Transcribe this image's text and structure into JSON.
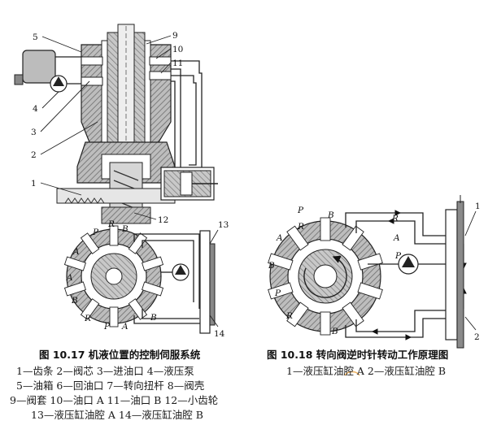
{
  "fig17": {
    "caption": "图 10.17  机液位置的控制伺服系统",
    "legend": [
      "1—齿条  2—阀芯  3—进油口  4—液压泵",
      "5—油箱  6—回油口  7—转向扭杆  8—阀壳",
      "9—阀套  10—油口 A  11—油口 B  12—小齿轮",
      "13—液压缸油腔 A  14—液压缸油腔 B"
    ],
    "callouts": [
      "5",
      "4",
      "3",
      "2",
      "1",
      "12",
      "10",
      "11",
      "9",
      "13",
      "14"
    ],
    "port_letters": [
      "P",
      "R",
      "B",
      "A",
      "A",
      "B",
      "R",
      "P",
      "A",
      "B"
    ]
  },
  "fig18": {
    "caption": "图 10.18  转向阀逆时针转动工作原理图",
    "legend": [
      "1—液压缸油腔 A  2—液压缸油腔 B"
    ],
    "callouts": [
      "1",
      "2"
    ],
    "port_letters": [
      "P",
      "R",
      "B",
      "A",
      "A",
      "R",
      "P",
      "B",
      "P",
      "R",
      "B"
    ]
  }
}
